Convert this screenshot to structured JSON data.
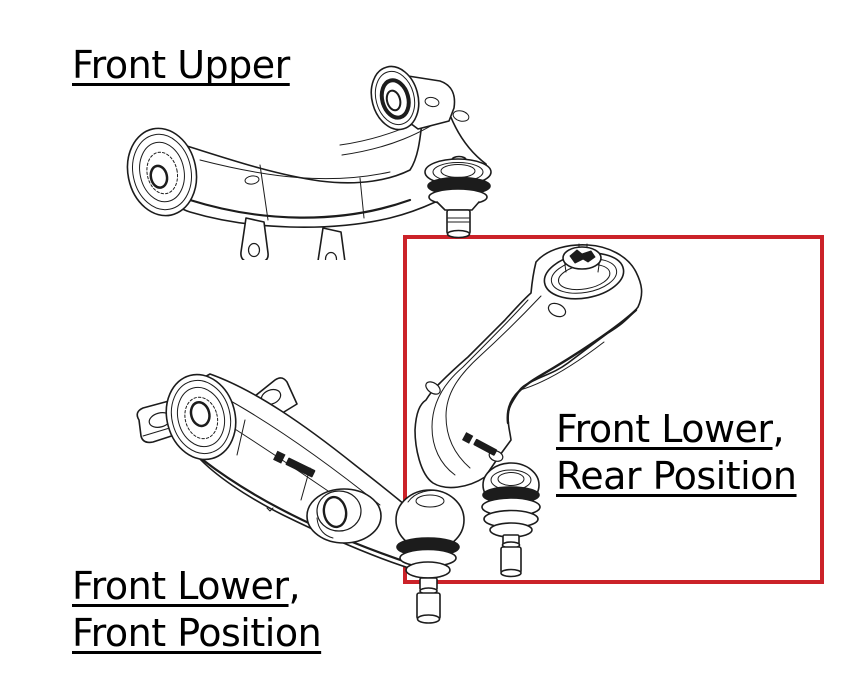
{
  "colors": {
    "background": "#ffffff",
    "line_art": "#1c1c1c",
    "highlight_box": "#cb2229",
    "text": "#000000"
  },
  "labels": {
    "front_upper": {
      "text": "Front Upper"
    },
    "front_lower_rear": {
      "line1": "Front Lower",
      "line1_suffix": ",",
      "line2": "Rear Position"
    },
    "front_lower_front": {
      "line1": "Front Lower",
      "line1_suffix": ",",
      "line2": "Front Position"
    }
  },
  "illustrations": {
    "front_upper_arm": "front upper control arm line drawing",
    "front_lower_front_arm": "front lower control arm, front position line drawing",
    "front_lower_rear_arm": "front lower control arm, rear position line drawing (inside red highlight box)"
  }
}
